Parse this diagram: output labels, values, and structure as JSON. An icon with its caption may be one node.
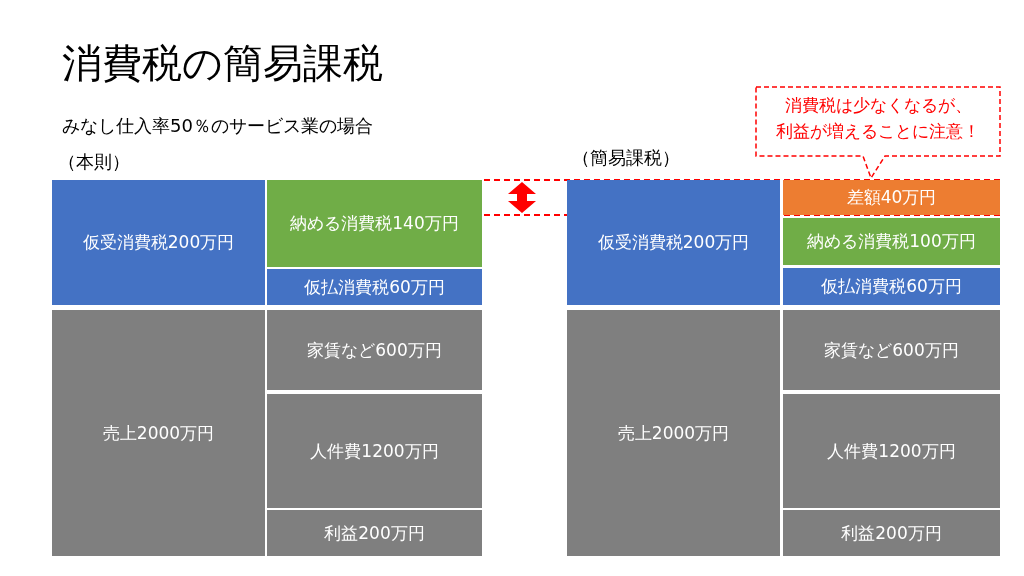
{
  "diagram": {
    "title": "消費税の簡易課税",
    "nodes": [
      {
        "text": [
          "仮受消費税200万円"
        ]
      },
      {
        "text": [
          "納める消費税140万円"
        ]
      },
      {
        "text": [
          "仮払消費税60万円"
        ]
      },
      {
        "text": [
          "売上2000万円"
        ]
      },
      {
        "text": [
          "家賃など600万円"
        ]
      },
      {
        "text": [
          "人件費1200万円"
        ]
      },
      {
        "text": [
          "利益200万円"
        ]
      },
      {
        "text": [
          "消費税は少なくなるが、利益が増えることに注意！"
        ]
      },
      {
        "text": [
          "仮受消費税200万円"
        ]
      },
      {
        "text": [
          "差額40万円"
        ]
      },
      {
        "text": [
          "納める消費税100万円"
        ]
      },
      {
        "text": [
          "仮払消費税60万円"
        ]
      },
      {
        "text": [
          "売上2000万円"
        ]
      },
      {
        "text": [
          "家賃など600万円"
        ]
      },
      {
        "text": [
          "人件費1200万円"
        ]
      },
      {
        "text": [
          "利益200万円"
        ]
      }
    ],
    "labels": [
      "みなし仕入率50％のサービス業の場合",
      "（本則）",
      "（簡易課税）"
    ]
  }
}
